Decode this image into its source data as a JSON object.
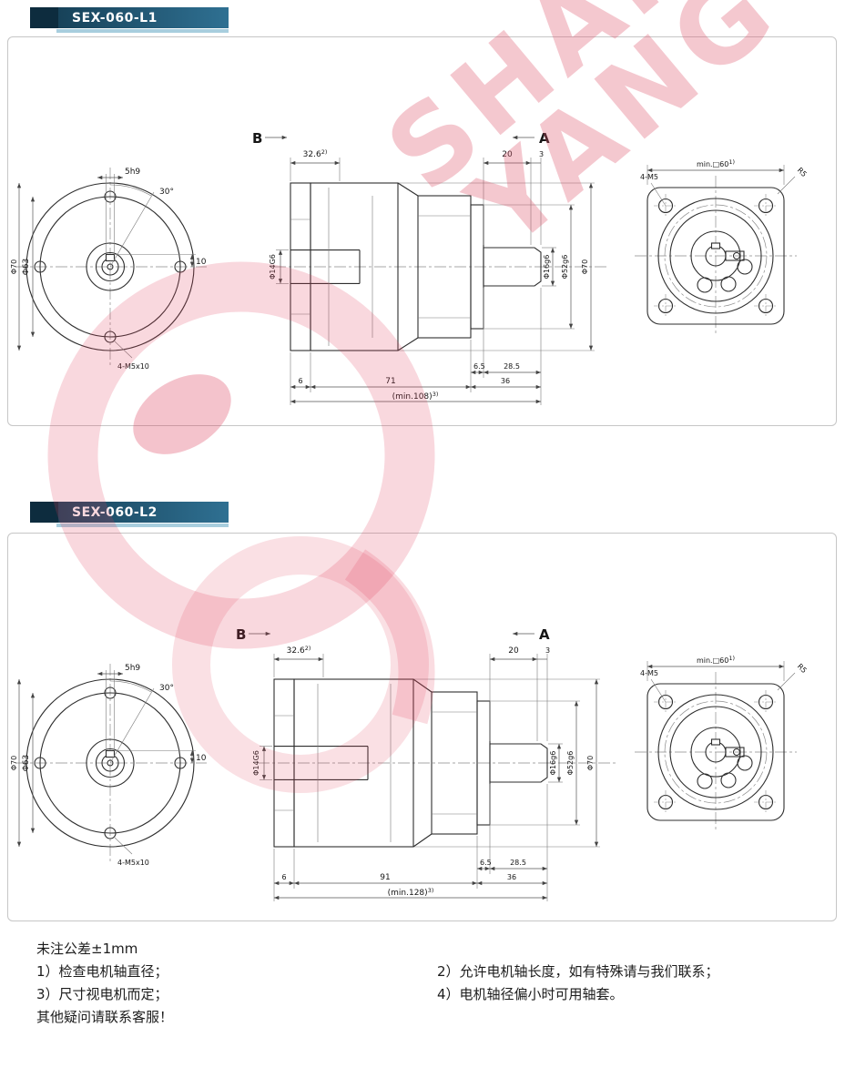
{
  "watermark": {
    "line1": "SHANG",
    "line2": "YANG"
  },
  "sections": [
    {
      "title": "SEX-060-L1",
      "view_b": "B",
      "view_a": "A",
      "front": {
        "key_width": "5h9",
        "angle": "30°",
        "key_depth": "10",
        "pilot_dia": "Φ63",
        "outer_dia": "Φ70",
        "holes": "4-M5x10"
      },
      "side": {
        "depth": "32.6",
        "depth_sup": "2)",
        "shaft_len": "20",
        "key_end": "3",
        "bore": "Φ14G6",
        "shaft_dia": "Φ16g6",
        "pilot": "Φ52g6",
        "body_dia": "Φ70",
        "flange_w": "6",
        "body_len": "71",
        "collar": "6.5",
        "shaft_out": "28.5",
        "out_total": "36",
        "total": "(min.108)",
        "total_sup": "3)"
      },
      "rear": {
        "square": "min.□60",
        "square_sup": "1)",
        "holes": "4-M5",
        "corner": "R5"
      }
    },
    {
      "title": "SEX-060-L2",
      "view_b": "B",
      "view_a": "A",
      "front": {
        "key_width": "5h9",
        "angle": "30°",
        "key_depth": "10",
        "pilot_dia": "Φ63",
        "outer_dia": "Φ70",
        "holes": "4-M5x10"
      },
      "side": {
        "depth": "32.6",
        "depth_sup": "2)",
        "shaft_len": "20",
        "key_end": "3",
        "bore": "Φ14G6",
        "shaft_dia": "Φ16g6",
        "pilot": "Φ52g6",
        "body_dia": "Φ70",
        "flange_w": "6",
        "body_len": "91",
        "collar": "6.5",
        "shaft_out": "28.5",
        "out_total": "36",
        "total": "(min.128)",
        "total_sup": "3)"
      },
      "rear": {
        "square": "min.□60",
        "square_sup": "1)",
        "holes": "4-M5",
        "corner": "R5"
      }
    }
  ],
  "notes": {
    "tolerance": "未注公差±1mm",
    "n1": "1）检查电机轴直径；",
    "n2": "2）允许电机轴长度，如有特殊请与我们联系；",
    "n3": "3）尺寸视电机而定；",
    "n4": "4）电机轴径偏小时可用轴套。",
    "contact": "其他疑问请联系客服！"
  }
}
